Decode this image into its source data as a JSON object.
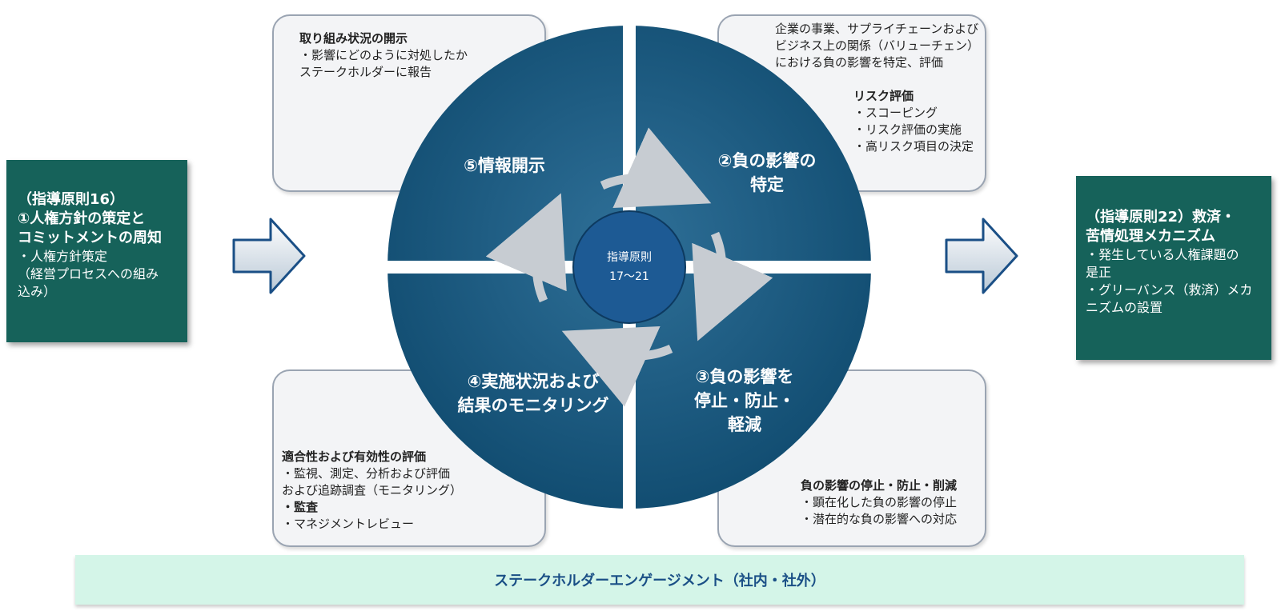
{
  "left_box": {
    "lines_bold": [
      "（指導原則16）",
      "①人権方針の策定と",
      "コミットメントの周知"
    ],
    "lines": [
      "・人権方針策定",
      "（経営プロセスへの組み",
      "込み）"
    ]
  },
  "right_box": {
    "lines_bold": [
      "（指導原則22）救済・",
      "苦情処理メカニズム"
    ],
    "lines": [
      "・発生している人権課題の",
      "是正",
      "・グリーバンス（救済）メカ",
      "ニズムの設置"
    ]
  },
  "center": {
    "line1": "指導原則",
    "line2": "17～21"
  },
  "quadrants": {
    "tl": [
      "⑤情報開示"
    ],
    "tr": [
      "②負の影響の",
      "特定"
    ],
    "bl": [
      "④実施状況および",
      "結果のモニタリング"
    ],
    "br": [
      "③負の影響を",
      "停止・防止・",
      "軽減"
    ]
  },
  "card_tl": {
    "title": "取り組み状況の開示",
    "lines": [
      "・影響にどのように対処したか",
      "ステークホルダーに報告"
    ]
  },
  "card_tr": {
    "lines": [
      "企業の事業、サプライチェーンおよび",
      "ビジネス上の関係（バリューチェン）",
      "における負の影響を特定、評価"
    ],
    "title": "リスク評価",
    "items": [
      "・スコーピング",
      "・リスク評価の実施",
      "・高リスク項目の決定"
    ]
  },
  "card_bl": {
    "title": "適合性および有効性の評価",
    "lines": [
      "・監視、測定、分析および評価",
      "および追跡調査（モニタリング）"
    ],
    "bold_item": "・監査",
    "last": "・マネジメントレビュー"
  },
  "card_br": {
    "title": "負の影響の停止・防止・削減",
    "items": [
      "・顕在化した負の影響の停止",
      "・潜在的な負の影響への対応"
    ]
  },
  "bottom_bar": "ステークホルダーエンゲージメント（社内・社外）",
  "colors": {
    "green": "#16625a",
    "circle_light": "#2c6d93",
    "circle_dark": "#0f4a6e",
    "center": "#1d5a94",
    "card_border": "#9aa4b2",
    "bar": "#d4f5e8",
    "bar_text": "#1a4f86"
  }
}
